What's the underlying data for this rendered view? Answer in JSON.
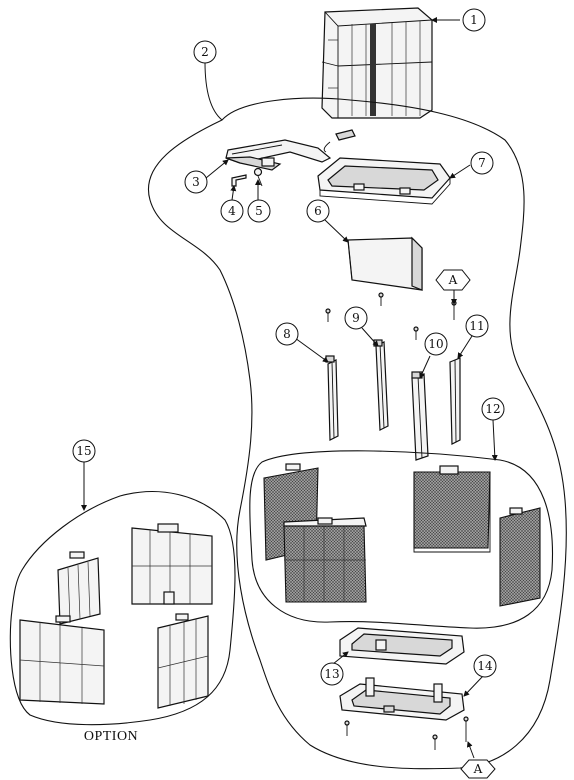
{
  "callouts": [
    "1",
    "2",
    "3",
    "4",
    "5",
    "6",
    "7",
    "8",
    "9",
    "10",
    "11",
    "12",
    "13",
    "14",
    "15"
  ],
  "reference_marker": "A",
  "caption": "OPTION"
}
